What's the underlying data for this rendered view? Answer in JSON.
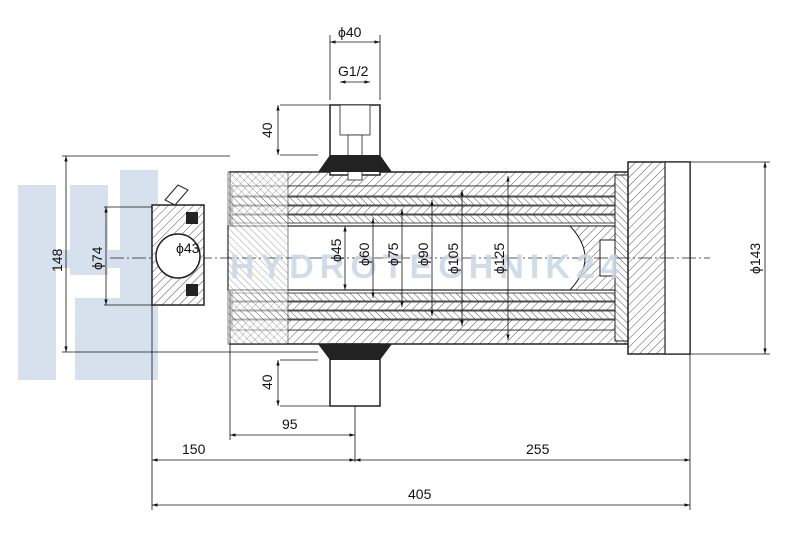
{
  "watermark": {
    "text": "HYDROTECHNIK24",
    "color": "#c9d6e8"
  },
  "colors": {
    "outline": "#222222",
    "hatch": "#555555",
    "dimension": "#111111",
    "watermark_logo": "#d7e1ee"
  },
  "dimensions": {
    "port_diameter": "ϕ40",
    "port_thread": "G1/2",
    "port_height_top": "40",
    "port_height_bottom": "40",
    "overall_height": "148",
    "ball_socket_diameter": "ϕ74",
    "ball_diameter": "ϕ43",
    "stage_1": "ϕ45",
    "stage_2": "ϕ60",
    "stage_3": "ϕ75",
    "stage_4": "ϕ90",
    "stage_5": "ϕ105",
    "stage_6": "ϕ125",
    "base_diameter": "ϕ143",
    "port_offset": "95",
    "length_head": "150",
    "length_body": "255",
    "length_total": "405"
  }
}
